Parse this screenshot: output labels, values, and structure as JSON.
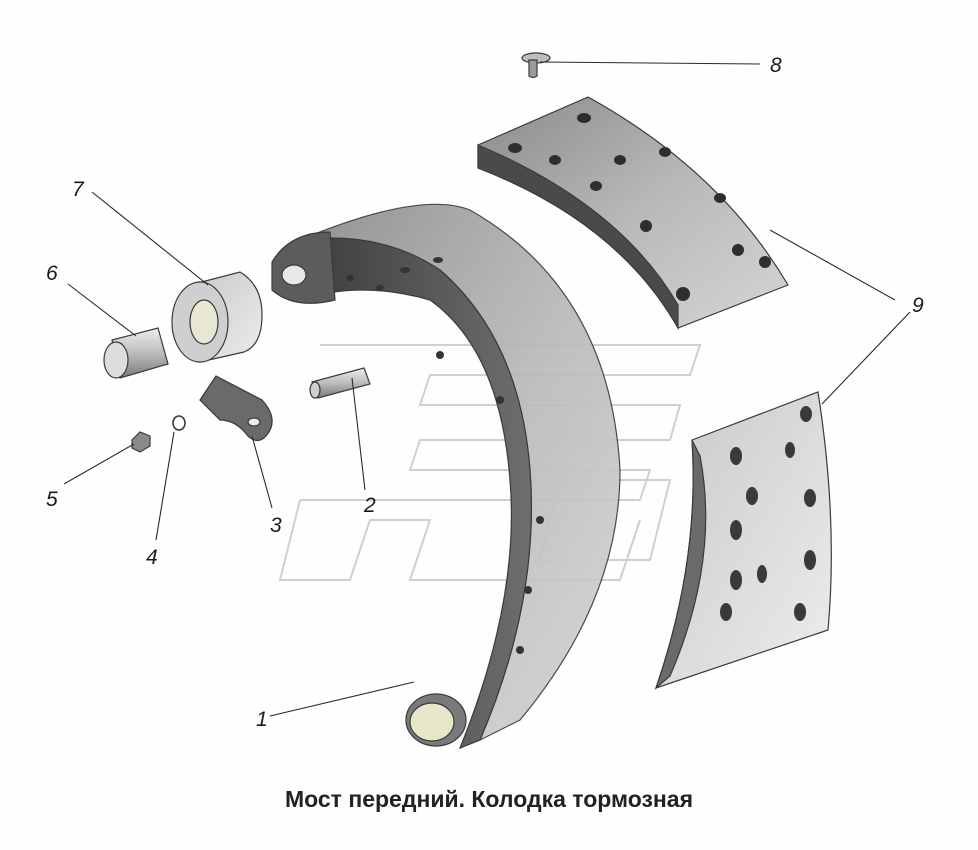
{
  "caption": "Мост передний. Колодка тормозная",
  "callouts": [
    {
      "id": "1",
      "label": "1"
    },
    {
      "id": "2",
      "label": "2"
    },
    {
      "id": "3",
      "label": "3"
    },
    {
      "id": "4",
      "label": "4"
    },
    {
      "id": "5",
      "label": "5"
    },
    {
      "id": "6",
      "label": "6"
    },
    {
      "id": "7",
      "label": "7"
    },
    {
      "id": "8",
      "label": "8"
    },
    {
      "id": "9",
      "label": "9"
    }
  ]
}
